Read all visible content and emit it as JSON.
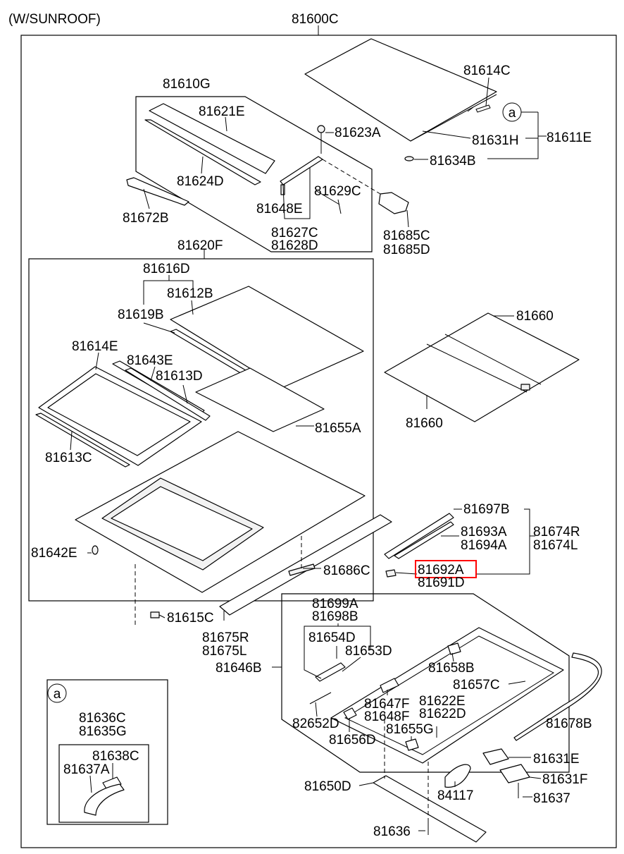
{
  "header": {
    "variant": "(W/SUNROOF)",
    "assembly_number": "81600C"
  },
  "callout_symbol": "a",
  "highlight_color": "#ff0000",
  "labels": {
    "p81614C": "81614C",
    "p81631H": "81631H",
    "p81611E": "81611E",
    "p81634B": "81634B",
    "p81610G": "81610G",
    "p81621E": "81621E",
    "p81623A": "81623A",
    "p81624D": "81624D",
    "p81629C": "81629C",
    "p81648E": "81648E",
    "p81672B": "81672B",
    "p81627C": "81627C",
    "p81628D": "81628D",
    "p81685C": "81685C",
    "p81685D": "81685D",
    "p81620F": "81620F",
    "p81616D": "81616D",
    "p81612B": "81612B",
    "p81619B": "81619B",
    "p81660_top": "81660",
    "p81614E": "81614E",
    "p81643E": "81643E",
    "p81613D": "81613D",
    "p81660_bottom": "81660",
    "p81655A": "81655A",
    "p81613C": "81613C",
    "p81697B": "81697B",
    "p81693A": "81693A",
    "p81694A": "81694A",
    "p81674R": "81674R",
    "p81674L": "81674L",
    "p81642E": "81642E",
    "p81686C": "81686C",
    "p81692A": "81692A",
    "p81691D": "81691D",
    "p81615C": "81615C",
    "p81699A": "81699A",
    "p81698B": "81698B",
    "p81675R": "81675R",
    "p81675L": "81675L",
    "p81654D": "81654D",
    "p81653D": "81653D",
    "p81646B": "81646B",
    "p81658B": "81658B",
    "p81657C": "81657C",
    "p81636C": "81636C",
    "p81635G": "81635G",
    "p81647F": "81647F",
    "p81622E": "81622E",
    "p81648F": "81648F",
    "p81622D": "81622D",
    "p82652D": "82652D",
    "p81678B": "81678B",
    "p81655G": "81655G",
    "p81638C": "81638C",
    "p81637A": "81637A",
    "p81656D": "81656D",
    "p81631E": "81631E",
    "p81650D": "81650D",
    "p81631F": "81631F",
    "p84117": "84117",
    "p81637": "81637",
    "p81636": "81636"
  }
}
